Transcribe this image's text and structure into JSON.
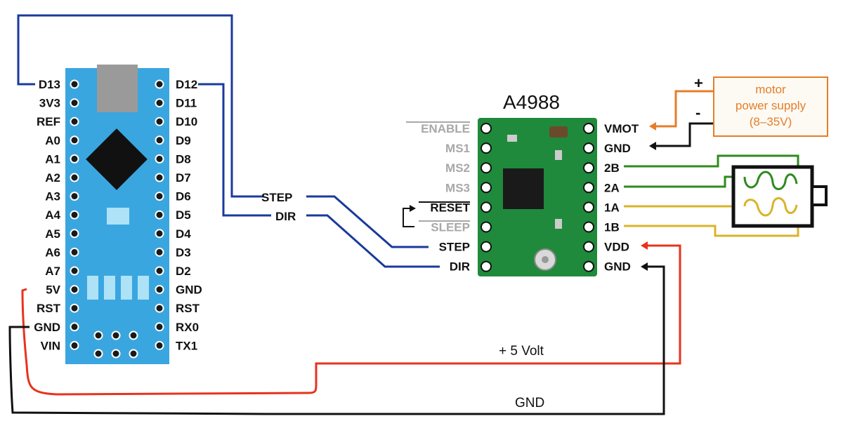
{
  "arduino": {
    "left_pins": [
      "D13",
      "3V3",
      "REF",
      "A0",
      "A1",
      "A2",
      "A3",
      "A4",
      "A5",
      "A6",
      "A7",
      "5V",
      "RST",
      "GND",
      "VIN"
    ],
    "right_pins": [
      "D12",
      "D11",
      "D10",
      "D9",
      "D8",
      "D7",
      "D6",
      "D5",
      "D4",
      "D3",
      "D2",
      "GND",
      "RST",
      "RX0",
      "TX1"
    ],
    "board_color": "#3aa6e0"
  },
  "driver": {
    "title": "A4988",
    "left_pins": [
      "ENABLE",
      "MS1",
      "MS2",
      "MS3",
      "RESET",
      "SLEEP",
      "STEP",
      "DIR"
    ],
    "right_pins": [
      "VMOT",
      "GND",
      "2B",
      "2A",
      "1A",
      "1B",
      "VDD",
      "GND"
    ],
    "board_color": "#1f8a3c"
  },
  "signals": {
    "step": "STEP",
    "dir": "DIR"
  },
  "power_supply": {
    "line1": "motor",
    "line2": "power supply",
    "line3": "(8–35V)",
    "plus": "+",
    "minus": "-"
  },
  "wires": {
    "vdd_label": "+ 5 Volt",
    "gnd_label": "GND"
  },
  "colors": {
    "blue_wire": "#1a3a9c",
    "red_wire": "#e8321e",
    "orange_wire": "#e67d2a",
    "green_wire": "#2e8b1e",
    "yellow_wire": "#d8b42a",
    "black_wire": "#111111"
  }
}
